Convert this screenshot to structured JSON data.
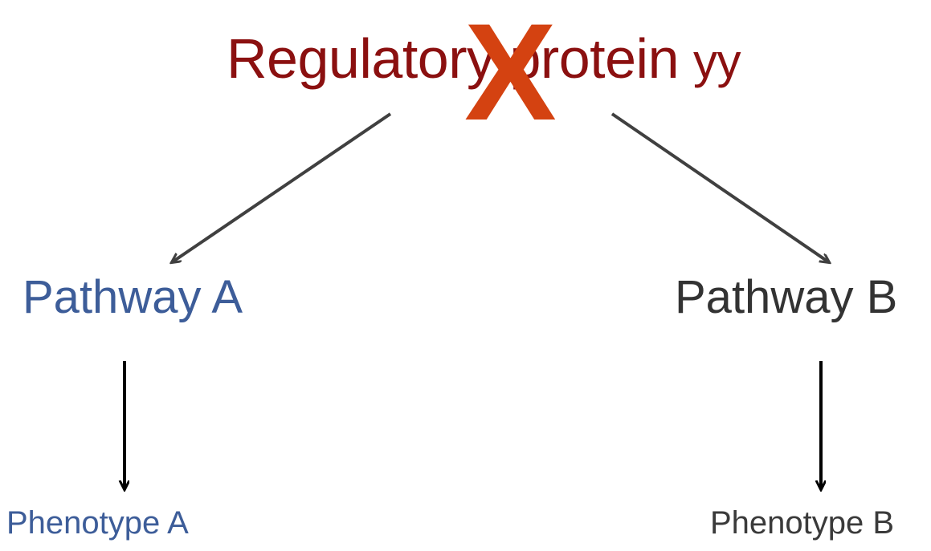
{
  "diagram": {
    "title": {
      "text": "Regulatory protein",
      "suffix": "yy",
      "color": "#8b1010"
    },
    "knockout_mark": {
      "glyph": "X",
      "icon": "cross-icon",
      "color": "#d44211"
    },
    "pathways": [
      {
        "label": "Pathway A",
        "color": "#3d5d99"
      },
      {
        "label": "Pathway B",
        "color": "#333333"
      }
    ],
    "phenotypes": [
      {
        "label": "Phenotype A",
        "color": "#3d5d99"
      },
      {
        "label": "Phenotype B",
        "color": "#3a3a3a"
      }
    ],
    "arrow_colors": {
      "diagonal": "#404040",
      "vertical": "#000000"
    }
  }
}
